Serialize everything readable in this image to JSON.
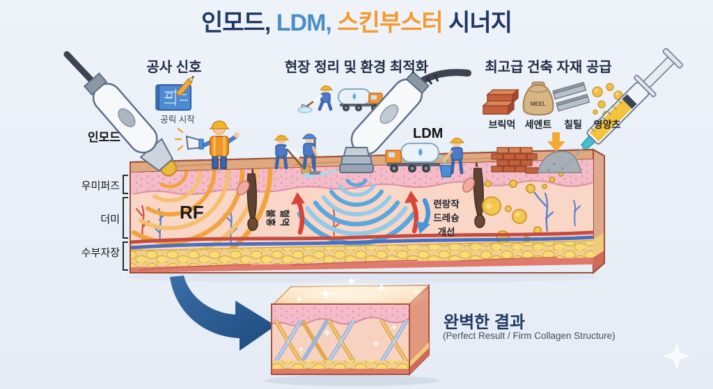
{
  "title": {
    "part1": "인모드,",
    "part2": " LDM,",
    "part3": " 스킨부스터",
    "part4": " 시너지"
  },
  "colors": {
    "title_navy": "#203864",
    "title_blue": "#4a8fc7",
    "title_orange": "#f59a2e",
    "rf_wave_orange": "#f0a23c",
    "ldm_wave_blue": "#58a5dc",
    "big_arrow_navy": "#2a5d94"
  },
  "sections": {
    "left": {
      "header": "공사 신호",
      "blueprint_caption": "공릭 시작",
      "device_label": "인모드",
      "wave_label": "RF"
    },
    "middle": {
      "header": "현장 정리 및 환경 최적화",
      "device_label": "LDM",
      "vert_annotation": [
        "혈역",
        "불홍"
      ],
      "improve_annotation": [
        "련랑작",
        "드레슝",
        "개선"
      ]
    },
    "right": {
      "header": "최고급 건축 자재 공급",
      "materials": [
        {
          "label": "브릭먹"
        },
        {
          "label": "세엔트",
          "bag_text": "MEEL"
        },
        {
          "label": "칠틸"
        },
        {
          "label": "영양츠"
        }
      ]
    }
  },
  "skin_layers": [
    {
      "label": "우미퍼즈"
    },
    {
      "label": "더미"
    },
    {
      "label": "수부자장"
    }
  ],
  "result": {
    "title": "완벽한 결과",
    "subtitle": "(Perfect Result / Firm Collagen Structure)"
  }
}
